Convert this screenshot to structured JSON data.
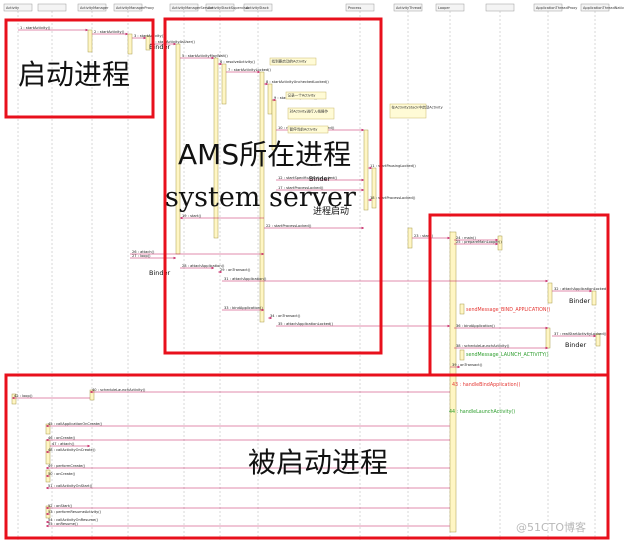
{
  "participants": [
    "Activity",
    "ActivityManager",
    "ActivityManagerProxy",
    "ActivityManagerService",
    "ActivityStackSupervisor",
    "ActivityStack",
    "Process",
    "ActivityThread",
    "Looper",
    "ApplicationThreadProxy",
    "ApplicationThreadNative"
  ],
  "region_labels": {
    "launch_process": "启动进程",
    "ams_process": "AMS所在进程",
    "system_server": "system server",
    "launched_process": "被启动进程"
  },
  "inline_labels": {
    "start_process": "进程启动",
    "binder": "Binder"
  },
  "messages": [
    {
      "text": "1 : startActivity()"
    },
    {
      "text": "2 : startActivity()"
    },
    {
      "text": "3 : startActivity()"
    },
    {
      "text": "4 : startActivityAsUser()"
    },
    {
      "text": "5 : startActivityMayWait()"
    },
    {
      "text": "6 : resolveActivity()"
    },
    {
      "text": "7 : startActivityLocked()"
    },
    {
      "text": "8 : startActivityUncheckedLocked()"
    },
    {
      "text": "9 : startActivityLocked()"
    },
    {
      "text": "10 : resumeTopActivityLocked()"
    },
    {
      "text": "11 : startPausingLocked()"
    },
    {
      "text": "12 : startSpecificActivityLocked()"
    },
    {
      "text": "17 : startProcessLocked()"
    },
    {
      "text": "18 : startProcessLocked()"
    },
    {
      "text": "19 : start()"
    },
    {
      "text": "22 : startProcessLocked()"
    },
    {
      "text": "23 : start()"
    },
    {
      "text": "24 : main()"
    },
    {
      "text": "25 : prepareMainLooper()"
    },
    {
      "text": "26 : attach()"
    },
    {
      "text": "27 : loop()"
    },
    {
      "text": "28 : attachApplication()"
    },
    {
      "text": "29 : onTransact()"
    },
    {
      "text": "31 : attachApplication()"
    },
    {
      "text": "32 : attachApplicationLocked()"
    },
    {
      "text": "33 : bindApplication()"
    },
    {
      "text": "34 : onTransact()"
    },
    {
      "text": "35 : attachApplicationLocked()"
    },
    {
      "text": "36 : bindApplication()"
    },
    {
      "text": "37 : realStartActivityLocked()"
    },
    {
      "text": "38 : scheduleLaunchActivity()"
    },
    {
      "text": "39 : onTransact()"
    },
    {
      "text": "40 : scheduleLaunchActivity()"
    },
    {
      "text": "42 : loop()"
    },
    {
      "text": "45 : callApplicationOnCreate()"
    },
    {
      "text": "46 : onCreate()"
    },
    {
      "text": "47 : attach()"
    },
    {
      "text": "48 : callActivityOnCreate()"
    },
    {
      "text": "49 : performCreate()"
    },
    {
      "text": "50 : onCreate()"
    },
    {
      "text": "51 : callActivityOnStart()"
    },
    {
      "text": "52 : onStart()"
    },
    {
      "text": "53 : performResumeActivity()"
    },
    {
      "text": "54 : callActivityOnResume()"
    },
    {
      "text": "55 : onResume()"
    }
  ],
  "notes": [
    {
      "text": "找到要启动的Activity"
    },
    {
      "text": "记录一个Activity"
    },
    {
      "text": "对Activity进行入栈操作"
    },
    {
      "text": "暂停当前Activity"
    },
    {
      "text": "在ActivityStack中启动Activity"
    }
  ],
  "handler_labels": {
    "send_bind": "sendMessage_BIND_APPLICATION()",
    "send_launch": "sendMessage_LAUNCH_ACTIVITY()",
    "handle_bind": "43 : handleBindApplication()",
    "handle_launch": "44 : handleLaunchActivity()"
  },
  "watermark": "@51CTO博客",
  "colors": {
    "region_border": "#e8101c",
    "message_line": "#c2185b",
    "activation_fill": "#fff6c4",
    "activation_border": "#a89b4a",
    "note_fill": "#fffbd6",
    "red_text": "#e53935",
    "green_text": "#2e9e2e"
  }
}
